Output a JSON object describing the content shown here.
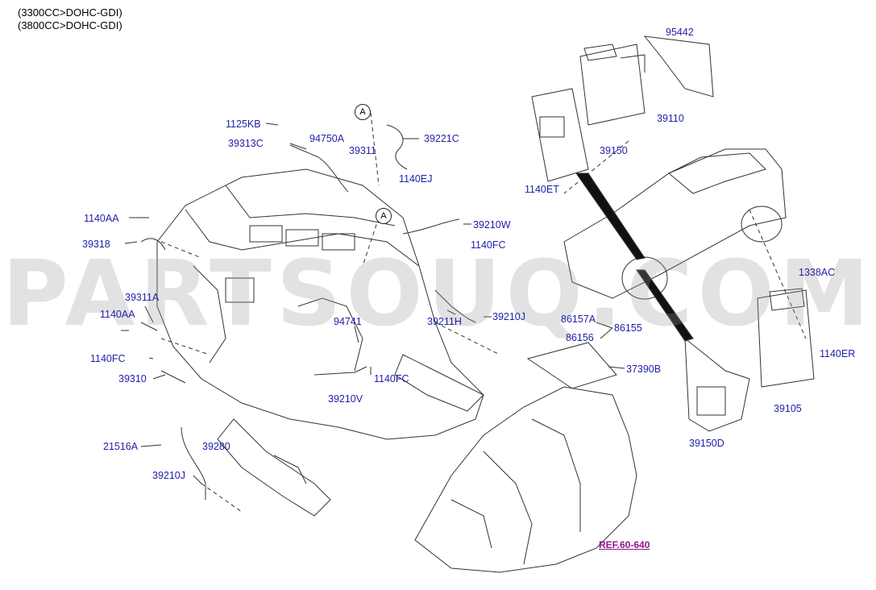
{
  "header": {
    "line1": "(3300CC>DOHC-GDI)",
    "line2": "(3800CC>DOHC-GDI)"
  },
  "watermark": "PARTSOUQ.COM",
  "callout": "A",
  "ref": "REF.60-640",
  "colors": {
    "label": "#1f1fa6",
    "ref": "#8b1a8b",
    "line": "#333333"
  },
  "parts": [
    "1125KB",
    "39313C",
    "94750A",
    "39311",
    "39221C",
    "1140EJ",
    "1140AA",
    "39318",
    "39210W",
    "1140FC",
    "39311A",
    "1140AA",
    "94741",
    "39211H",
    "39210J",
    "1140FC",
    "1140FC",
    "39310",
    "39210V",
    "86157A",
    "86156",
    "86155",
    "37390B",
    "21516A",
    "39280",
    "39210J",
    "95442",
    "39110",
    "39150",
    "1140ET",
    "1338AC",
    "1140ER",
    "39105",
    "39150D"
  ]
}
